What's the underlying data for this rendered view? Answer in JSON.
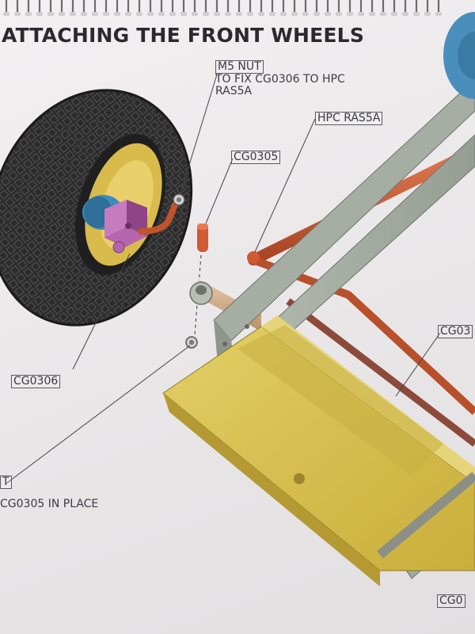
{
  "page": {
    "title": "ATTACHING THE FRONT WHEELS"
  },
  "callouts": {
    "m5_nut": {
      "code": "M5 NUT",
      "line2": "TO FIX CG0306 TO HPC",
      "line3": "RAS5A"
    },
    "hpc": {
      "code": "HPC RAS5A"
    },
    "cg0305": {
      "code": "CG0305"
    },
    "cg0306": {
      "code": "CG0306"
    },
    "cg_right_top": {
      "code": "CG03"
    },
    "cg_right_bottom": {
      "code": "CG0"
    },
    "bottom_left": {
      "code": "T",
      "desc": "CG0305 IN PLACE"
    }
  },
  "colors": {
    "frame": "#a8b0a6",
    "yellow_part": "#d8c24a",
    "red_rod": "#c2552e",
    "tyre": "#2a2a2a",
    "rim": "#d6b84a",
    "hub": "#3f8fbf",
    "bracket": "#b05aa8"
  }
}
